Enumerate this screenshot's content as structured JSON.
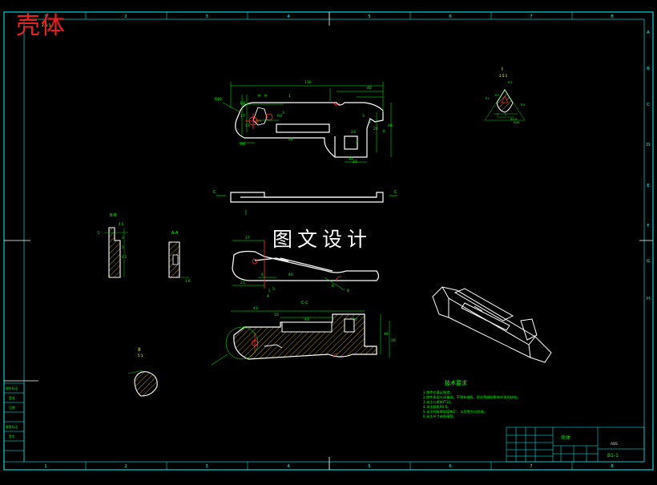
{
  "drawing": {
    "part_title": "壳体",
    "watermark": "图文设计",
    "colors": {
      "border": "#00ffff",
      "outline": "#ffffff",
      "dimension": "#00ff00",
      "centerline": "#ff3030",
      "title_red": "#e8201e",
      "hatch": "#ffd000",
      "detail_label": "#ffff66",
      "background": "#000000"
    }
  },
  "grid": {
    "columns": [
      "1",
      "2",
      "3",
      "4",
      "5",
      "6",
      "7",
      "8"
    ],
    "rows": [
      "A",
      "B",
      "C",
      "D",
      "E",
      "F",
      "G",
      "H"
    ]
  },
  "views": {
    "top_scale": "2.5:1",
    "section_c": "C",
    "section_bb": "B-B",
    "section_aa": "A-A",
    "section_cc": "C-C",
    "marker_a": "A",
    "marker_b": "B",
    "detail_label": "I",
    "detail_scale": "2.5:1",
    "detail2_label": "II",
    "detail2_scale": "5:1",
    "section_bb_dims": [
      "4.5",
      "5",
      "3",
      "3",
      "4.5"
    ],
    "section_aa_dims": [
      "1.6"
    ]
  },
  "dimensions": {
    "top": [
      "R10",
      "R8",
      "130",
      "40",
      "9",
      "9",
      "13",
      "17",
      "1",
      "3",
      "48",
      "23",
      "6",
      "4",
      "15",
      "3",
      "3",
      "20",
      "R6",
      "R3",
      "48",
      "23"
    ],
    "mid": [
      "21",
      "27",
      "4",
      "5",
      "40",
      "6"
    ],
    "bottom": [
      "43",
      "10",
      "43",
      "20",
      "48",
      "26"
    ],
    "detail": [
      "R3",
      "R2",
      "R1",
      "R4",
      "2",
      "2",
      "R0.8",
      "R28"
    ]
  },
  "tech_req": {
    "title": "技术要求",
    "lines": [
      "1.塑件应满足规定。",
      "2.塑件表面光泽美观，不得有缩痕，银丝等缺陷影响外观的缺陷。",
      "3.未注公差按IT14。",
      "4.未注圆角R0.5。",
      "5.未注明拔模斜度按1°，以型腔方向为准。",
      "6.未注尺寸参照模型。"
    ]
  },
  "side_table": {
    "labels": [
      "图样标记",
      "签名",
      "日期",
      "更改标记",
      "签字"
    ]
  },
  "title_block": {
    "name": "壳体",
    "material": "ABS",
    "code": "B1-1"
  }
}
